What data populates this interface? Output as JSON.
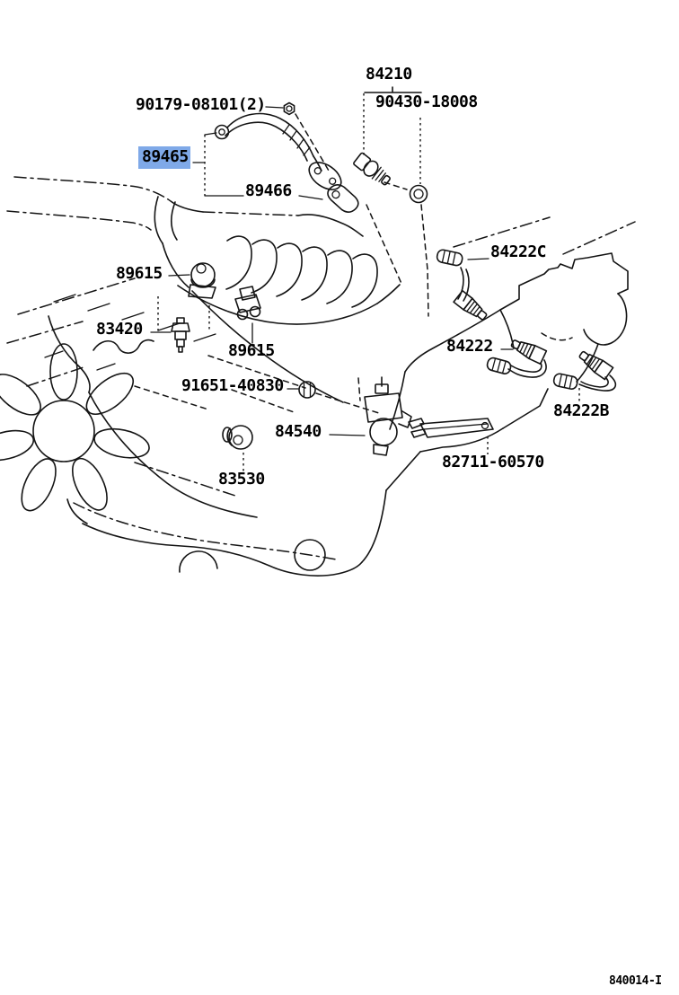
{
  "diagram": {
    "kind": "toyota-parts-catalog-illustration",
    "figure_code": "840014-I",
    "background_color": "#ffffff",
    "line_color": "#141414",
    "highlight_color": "#7fa9e8",
    "highlighted_part_number": "89465",
    "parts": [
      {
        "part_number": "90179-08101(2)",
        "quantity": 2,
        "highlighted": false
      },
      {
        "part_number": "84210",
        "highlighted": false
      },
      {
        "part_number": "90430-18008",
        "highlighted": false
      },
      {
        "part_number": "89465",
        "highlighted": true
      },
      {
        "part_number": "89466",
        "highlighted": false
      },
      {
        "part_number": "84222C",
        "highlighted": false
      },
      {
        "part_number": "89615",
        "highlighted": false
      },
      {
        "part_number": "83420",
        "highlighted": false
      },
      {
        "part_number": "89615",
        "highlighted": false
      },
      {
        "part_number": "84222",
        "highlighted": false
      },
      {
        "part_number": "91651-40830",
        "highlighted": false
      },
      {
        "part_number": "84222B",
        "highlighted": false
      },
      {
        "part_number": "84540",
        "highlighted": false
      },
      {
        "part_number": "82711-60570",
        "highlighted": false
      },
      {
        "part_number": "83530",
        "highlighted": false
      }
    ]
  }
}
